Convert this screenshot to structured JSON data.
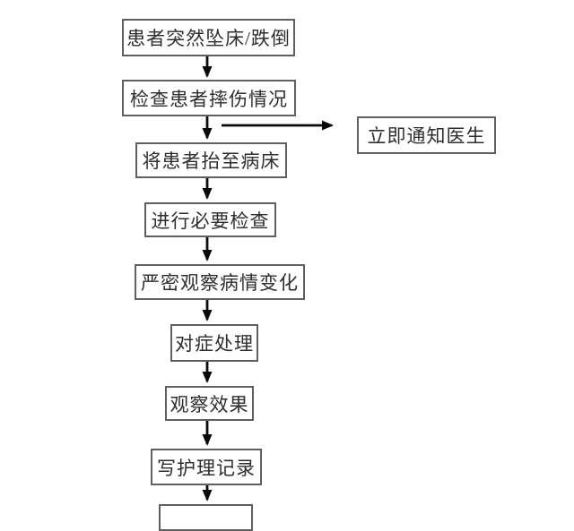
{
  "diagram": {
    "type": "flowchart",
    "language": "zh",
    "nodes": [
      {
        "id": "node-1",
        "label": "患者突然坠床/跌倒"
      },
      {
        "id": "node-2",
        "label": "检查患者摔伤情况"
      },
      {
        "id": "node-3",
        "label": "将患者抬至病床"
      },
      {
        "id": "node-4",
        "label": "进行必要检查"
      },
      {
        "id": "node-5",
        "label": "严密观察病情变化"
      },
      {
        "id": "node-6",
        "label": "对症处理"
      },
      {
        "id": "node-7",
        "label": "观察效果"
      },
      {
        "id": "node-8",
        "label": "写护理记录"
      },
      {
        "id": "node-9",
        "label": ""
      }
    ],
    "branch_node": {
      "id": "node-notify-doctor",
      "label": "立即通知医生"
    },
    "edges": [
      {
        "from": "node-1",
        "to": "node-2",
        "direction": "down"
      },
      {
        "from": "node-2",
        "to": "node-3",
        "direction": "down"
      },
      {
        "from": "node-2",
        "to": "node-notify-doctor",
        "direction": "right"
      },
      {
        "from": "node-3",
        "to": "node-4",
        "direction": "down"
      },
      {
        "from": "node-4",
        "to": "node-5",
        "direction": "down"
      },
      {
        "from": "node-5",
        "to": "node-6",
        "direction": "down"
      },
      {
        "from": "node-6",
        "to": "node-7",
        "direction": "down"
      },
      {
        "from": "node-7",
        "to": "node-8",
        "direction": "down"
      },
      {
        "from": "node-8",
        "to": "node-9",
        "direction": "down"
      }
    ],
    "colors": {
      "background": "#ffffff",
      "box_border": "#5f5f5f",
      "box_fill": "#ffffff",
      "text": "#2e2e2e",
      "arrow": "#0a0a0a"
    }
  }
}
